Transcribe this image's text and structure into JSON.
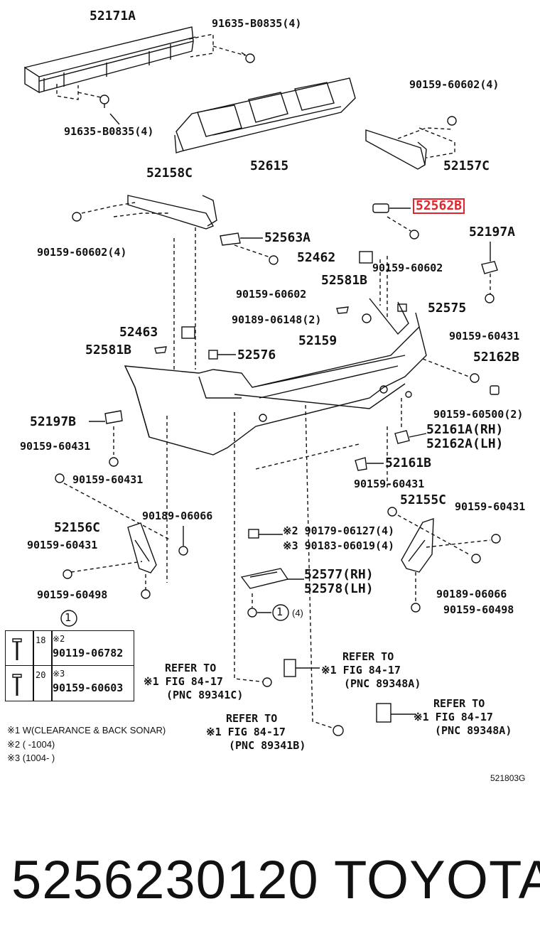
{
  "parts": {
    "p52171A": "52171A",
    "p91635_top": "91635-B0835(4)",
    "p91635_left": "91635-B0835(4)",
    "p52615": "52615",
    "p90159_60602_4_top": "90159-60602(4)",
    "p52157C": "52157C",
    "p52158C": "52158C",
    "p52562B": "52562B",
    "p90159_60602_4_left": "90159-60602(4)",
    "p52563A": "52563A",
    "p52197A": "52197A",
    "p52462": "52462",
    "p90159_60602_a": "90159-60602",
    "p90159_60602_b": "90159-60602",
    "p52581B_top": "52581B",
    "p52575": "52575",
    "p90189_06148": "90189-06148(2)",
    "p90159_60431_r1": "90159-60431",
    "p52463": "52463",
    "p52159": "52159",
    "p52581B_left": "52581B",
    "p52576": "52576",
    "p52162B": "52162B",
    "p90159_60500": "90159-60500(2)",
    "p52197B": "52197B",
    "p52161A": "52161A(RH)",
    "p52162A": "52162A(LH)",
    "p90159_60431_l1": "90159-60431",
    "p52161B": "52161B",
    "p90159_60431_l2": "90159-60431",
    "p90159_60431_c": "90159-60431",
    "p52155C": "52155C",
    "p90159_60431_r2": "90159-60431",
    "p90189_06066_l": "90189-06066",
    "p52156C": "52156C",
    "p90179": "※2 90179-06127(4)",
    "p90183": "※3 90183-06019(4)",
    "p90159_60431_l3": "90159-60431",
    "p52577": "52577(RH)",
    "p52578": "52578(LH)",
    "p90189_06066_r": "90189-06066",
    "p90159_60498_l": "90159-60498",
    "p90159_60498_r": "90159-60498",
    "circle1_ref": "(4)"
  },
  "circle_label": "1",
  "refs": [
    {
      "l1": "REFER TO",
      "l2": "※1 FIG 84-17",
      "l3": "(PNC 89341C)"
    },
    {
      "l1": "REFER TO",
      "l2": "※1 FIG 84-17",
      "l3": "(PNC 89348A)"
    },
    {
      "l1": "REFER TO",
      "l2": "※1 FIG 84-17",
      "l3": "(PNC 89341B)"
    },
    {
      "l1": "REFER TO",
      "l2": "※1 FIG 84-17",
      "l3": "(PNC 89348A)"
    }
  ],
  "table": {
    "row1_note": "※2",
    "row1_len": "18",
    "row1_part": "90119-06782",
    "row2_note": "※3",
    "row2_len": "20",
    "row2_part": "90159-60603"
  },
  "notes": {
    "n1": "※1 W(CLEARANCE & BACK SONAR)",
    "n2": "※2 (      -1004)",
    "n3": "※3 (1004-      )"
  },
  "figure_code": "521803G",
  "footer": {
    "part_number": "5256230120",
    "brand": "TOYOTA"
  },
  "colors": {
    "highlight": "#e0252c",
    "ink": "#111111"
  }
}
